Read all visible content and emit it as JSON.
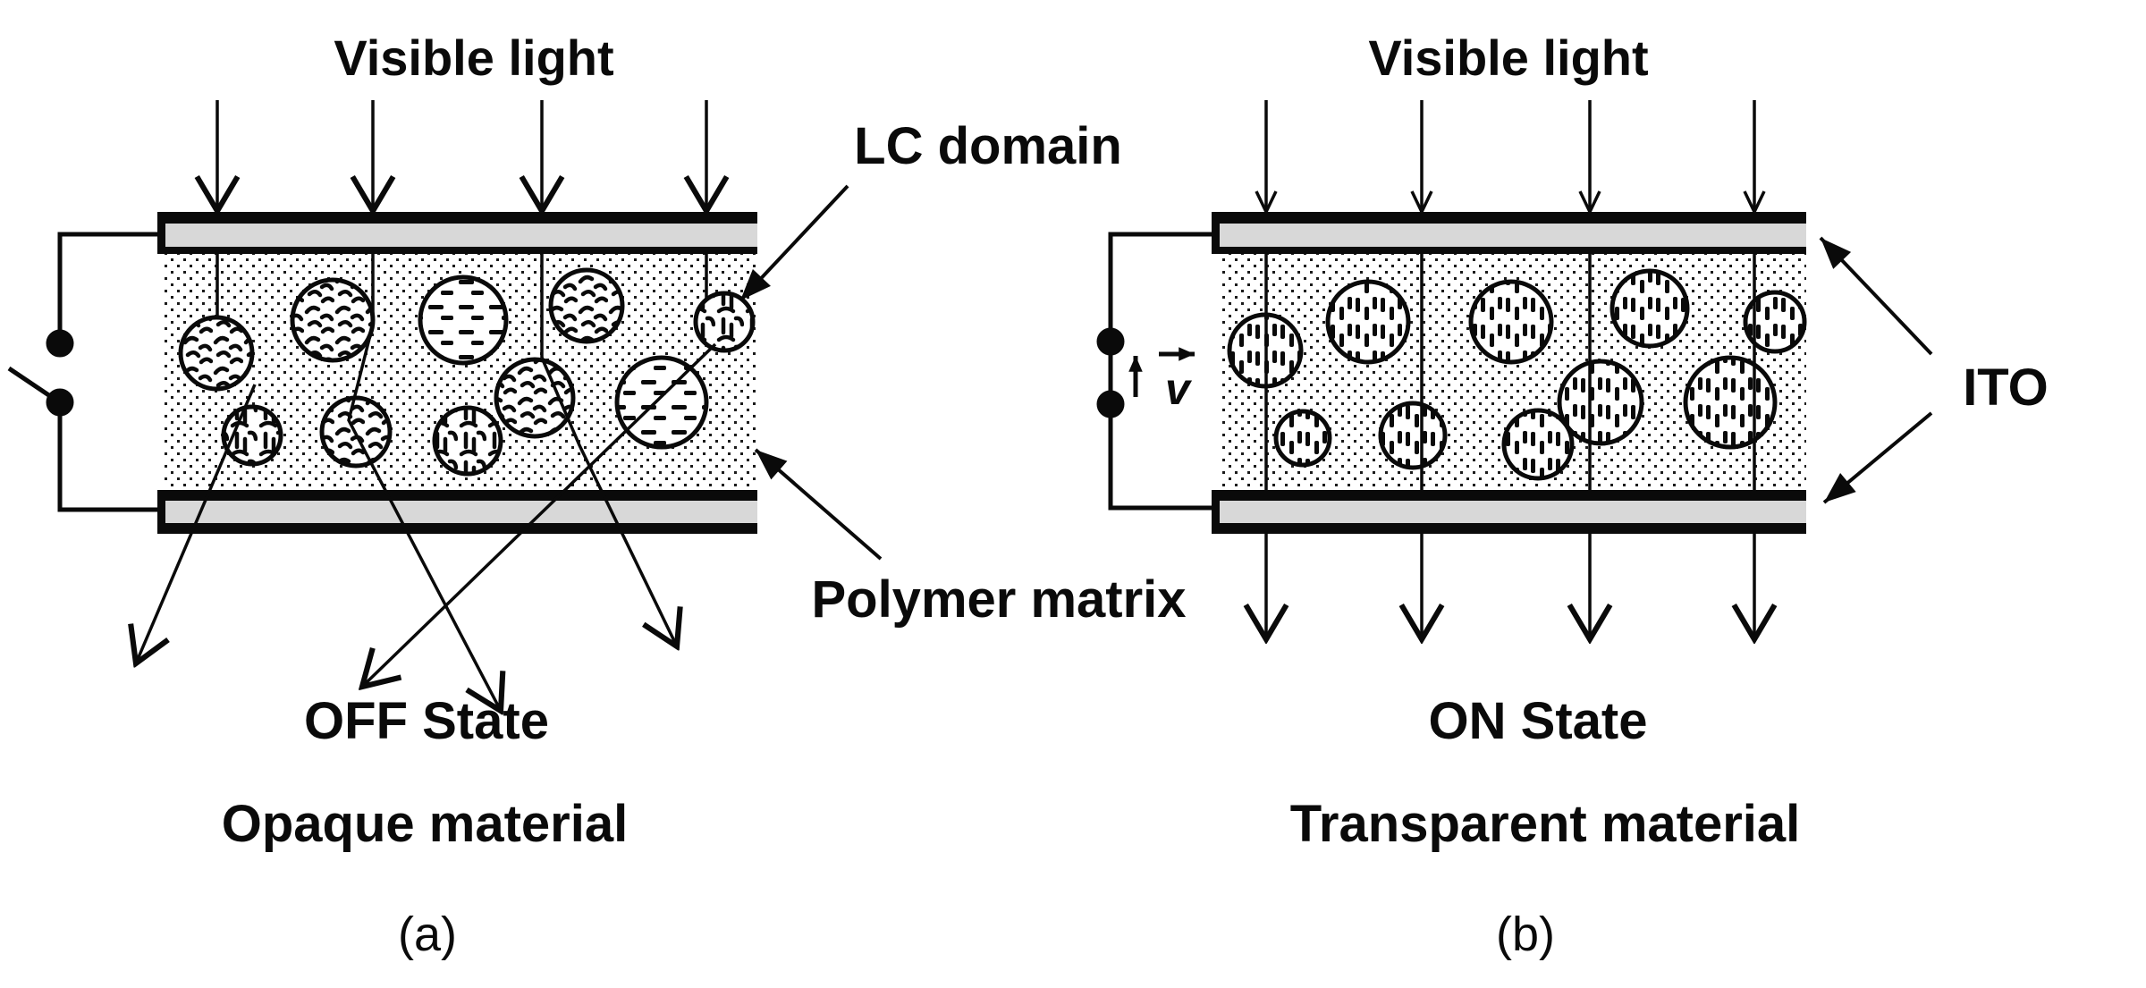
{
  "figure": {
    "description_left": "PDLC cell with no applied voltage: incident light is scattered by randomly oriented LC domains",
    "description_right": "PDLC cell with applied voltage: aligned LC domains let light pass straight through"
  },
  "panel_a": {
    "title": "Visible light",
    "state_label": "OFF State",
    "material_label": "Opaque material",
    "caption": "(a)"
  },
  "panel_b": {
    "title": "Visible light",
    "state_label": "ON State",
    "material_label": "Transparent material",
    "caption": "(b)"
  },
  "annotations": {
    "lc_domain": "LC domain",
    "polymer_matrix": "Polymer matrix",
    "ito": "ITO",
    "voltage_symbol": "v"
  },
  "colors": {
    "ink": "#0a0a0a",
    "electrode_gray": "#d8d8d8",
    "on_state_text": "#8a8a8a",
    "dot_texture": "#1a1a1a"
  }
}
